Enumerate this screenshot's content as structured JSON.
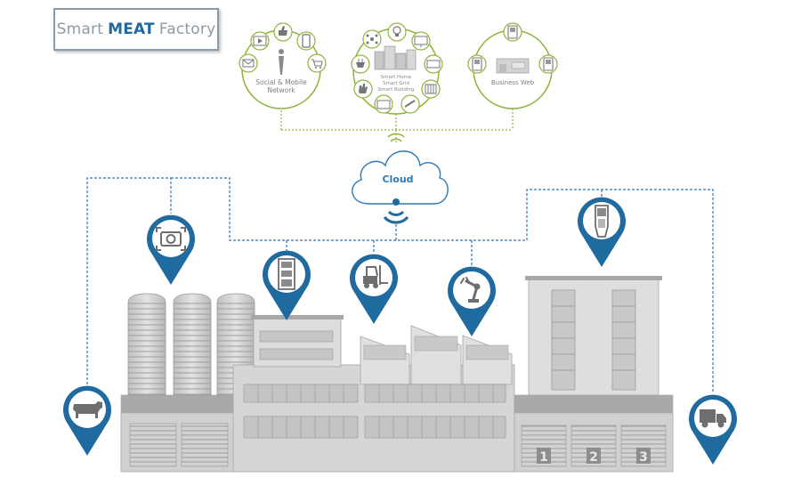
{
  "title": {
    "part1": "Smart",
    "part2": "MEAT",
    "part3": "Factory"
  },
  "clusters": {
    "social": {
      "line1": "Social & Mobile",
      "line2": "Network"
    },
    "smart": {
      "line1": "Smart Home",
      "line2": "Smart Grid",
      "line3": "Smart Building"
    },
    "business": {
      "line1": "Business Web"
    }
  },
  "cloud": {
    "label": "Cloud"
  },
  "pins": [
    {
      "name": "pin-cattle",
      "icon": "cow-icon"
    },
    {
      "name": "pin-camera",
      "icon": "camera-scan-icon"
    },
    {
      "name": "pin-storage-rack",
      "icon": "storage-rack-icon"
    },
    {
      "name": "pin-forklift",
      "icon": "forklift-icon"
    },
    {
      "name": "pin-robot-arm",
      "icon": "robot-arm-icon"
    },
    {
      "name": "pin-handheld-scanner",
      "icon": "handheld-scanner-icon"
    },
    {
      "name": "pin-delivery-truck",
      "icon": "truck-icon"
    }
  ],
  "gates": {
    "g1": "1",
    "g2": "2",
    "g3": "3"
  },
  "colors": {
    "pin": "#1f6a9e",
    "network": "#8fb43a",
    "link": "#2e78b7",
    "building": "#d9d9d9",
    "title": "#1f6a9e"
  }
}
